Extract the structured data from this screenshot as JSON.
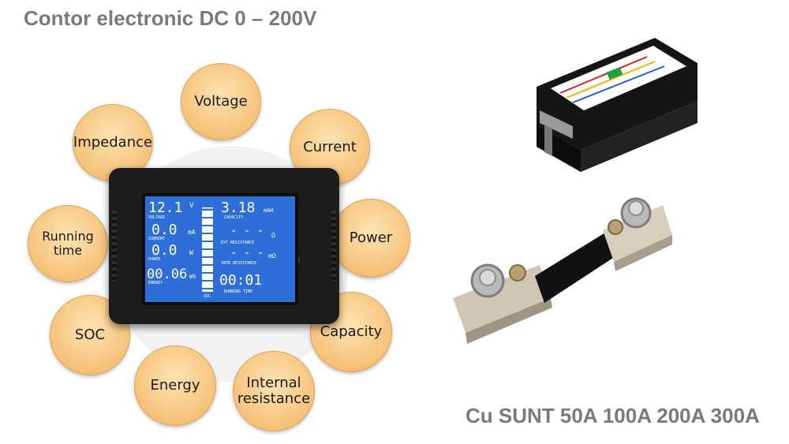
{
  "titles": {
    "top": "Contor electronic DC 0 – 200V",
    "bottom": "Cu SUNT 50A 100A 200A 300A"
  },
  "features": {
    "voltage": "Voltage",
    "current": "Current",
    "power": "Power",
    "capacity": "Capacity",
    "internal_resistance": "Internal\nresistance",
    "energy": "Energy",
    "soc": "SOC",
    "running_time": "Running time",
    "impedance": "Impedance"
  },
  "lcd": {
    "voltage_value": "12.1",
    "voltage_unit": "V",
    "voltage_label": "VOLTAGE",
    "current_value": "0.0",
    "current_unit": "mA",
    "current_label": "CURRENT",
    "power_value": "0.0",
    "power_unit": "W",
    "power_label": "POWER",
    "energy_value": "00.06",
    "energy_unit": "Wh",
    "energy_label": "ENERGY",
    "capacity_value": "3.18",
    "capacity_unit": "mAH",
    "capacity_label": "CAPACITY",
    "ext_res_unit": "Ω",
    "ext_res_label": "EXT RESISTANCE",
    "intr_res_unit": "mΩ",
    "intr_res_label": "INTR RESISTANCE",
    "time_value": "00:01",
    "time_label": "RUNNING TIME",
    "soc_label": "SOC"
  },
  "colors": {
    "bubble": "#f6c278",
    "title": "#7a7a7a",
    "lcd": "#2d6ed8"
  }
}
